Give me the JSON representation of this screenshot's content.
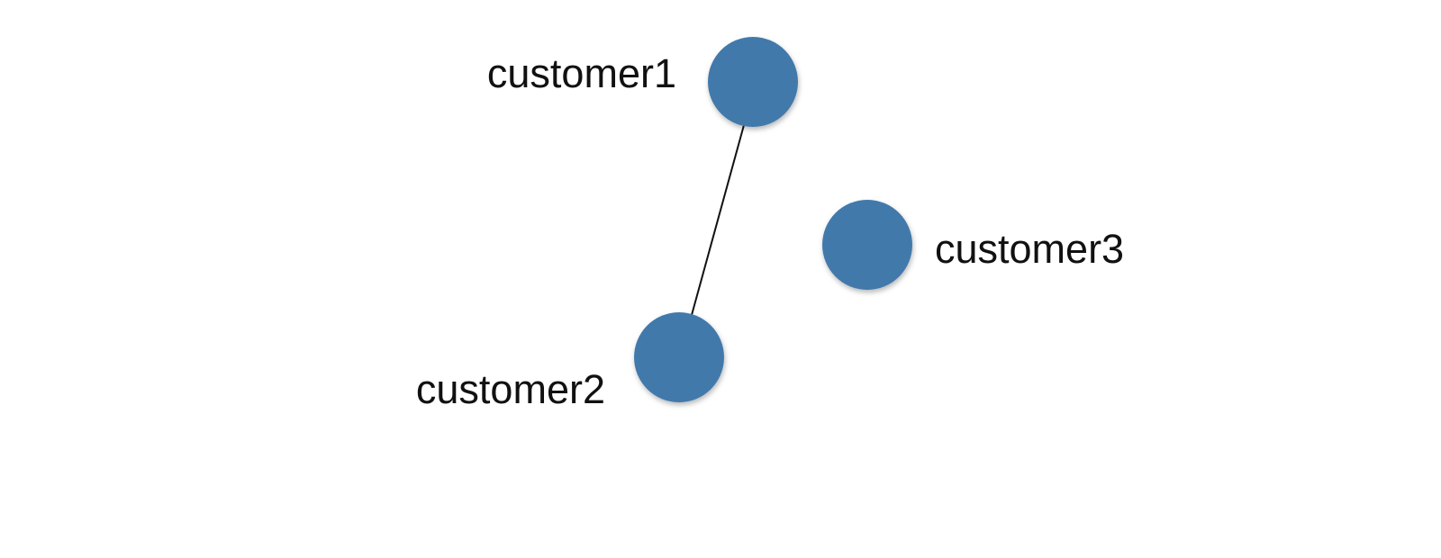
{
  "diagram": {
    "node_color": "#4379ab",
    "edge_color": "#111111",
    "nodes": [
      {
        "id": "customer1",
        "label": "customer1"
      },
      {
        "id": "customer2",
        "label": "customer2"
      },
      {
        "id": "customer3",
        "label": "customer3"
      }
    ],
    "edges": [
      {
        "from": "customer1",
        "to": "customer2"
      }
    ]
  }
}
